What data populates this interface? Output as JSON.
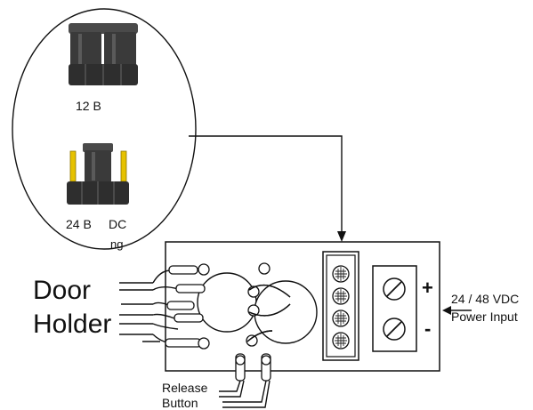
{
  "callout": {
    "jumper_top_label": "12 B",
    "jumper_bottom_label": "24 B",
    "jumper_bottom_partial_text": "DC",
    "jumper_bottom_partial_text2": "ng"
  },
  "labels": {
    "door": "Door",
    "holder": "Holder",
    "voltage": "24 / 48 VDC",
    "power_input": "Power Input",
    "release": "Release",
    "button": "Button",
    "plus": "+",
    "minus": "-"
  },
  "colors": {
    "jumper_dark": "#3a3a3a",
    "jumper_mid": "#5a5a5a",
    "pin_gold": "#e6c200",
    "line": "#111111"
  }
}
